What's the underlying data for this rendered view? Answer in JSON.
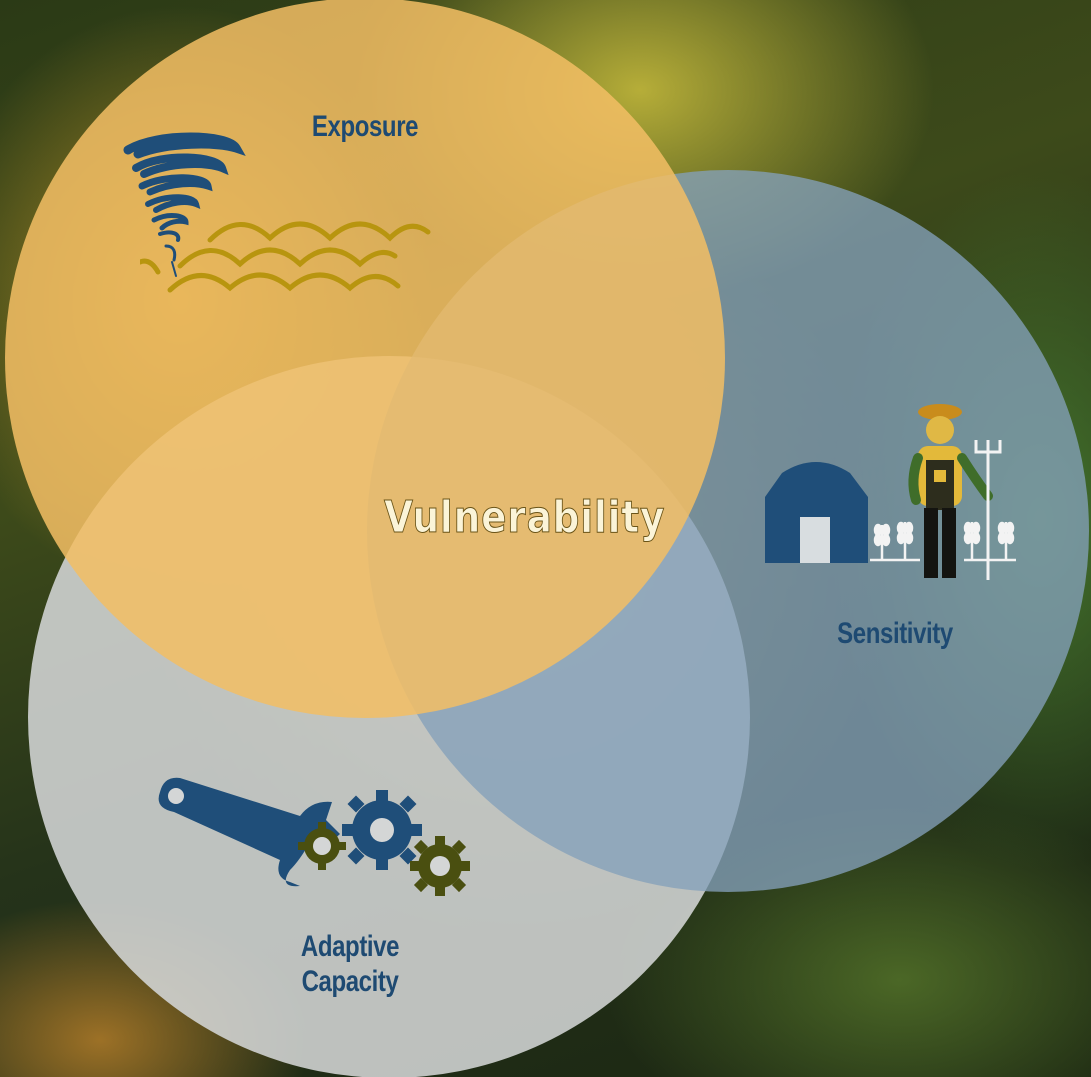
{
  "diagram": {
    "circles": [
      {
        "id": "exposure",
        "label": "Exposure",
        "color": "#f2be64",
        "icon": "tornado-icon"
      },
      {
        "id": "sensitivity",
        "label": "Sensitivity",
        "color": "#84a0ba",
        "icon": "farmer-barn-icon"
      },
      {
        "id": "adaptive",
        "label_line1": "Adaptive",
        "label_line2": "Capacity",
        "color": "#d4d6d6",
        "icon": "wrench-gears-icon"
      }
    ],
    "center_label": "Vulnerability"
  },
  "colors": {
    "label": "#1e4a72",
    "icon_blue": "#1f4e79",
    "icon_olive": "#4a4f10",
    "waves": "#b8950f",
    "center_text": "#fbf4d8"
  }
}
